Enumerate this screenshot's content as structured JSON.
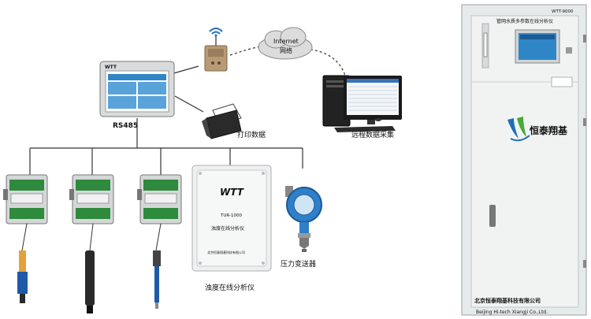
{
  "hmi": {
    "brand": "WTT",
    "bus_label": "RS485"
  },
  "printer": {
    "label": "打印数据"
  },
  "cloud": {
    "line1": "Internet",
    "line2": "网络"
  },
  "computer": {
    "label": "远程数据采集"
  },
  "turbidity_analyzer": {
    "brand": "WTT",
    "model": "TUR-1000",
    "name_on_box": "浊度在线分析仪",
    "company_on_box": "北京恒泰翔基科技有限公司",
    "label": "浊度在线分析仪"
  },
  "pressure_transmitter": {
    "label": "压力变送器"
  },
  "cabinet": {
    "model": "WTT-9000",
    "title": "管网水质多参数在线分析仪",
    "logo_text": "恒泰翔基",
    "company_cn": "北京恒泰翔基科技有限公司",
    "company_en": "Beijing Hi-tech Xiangji Co.,Ltd."
  },
  "colors": {
    "line": "#333333",
    "cabinet": "#e9ecec",
    "screen": "#2f86c7",
    "logo_green": "#49a83b",
    "logo_blue": "#1f6fb8"
  }
}
